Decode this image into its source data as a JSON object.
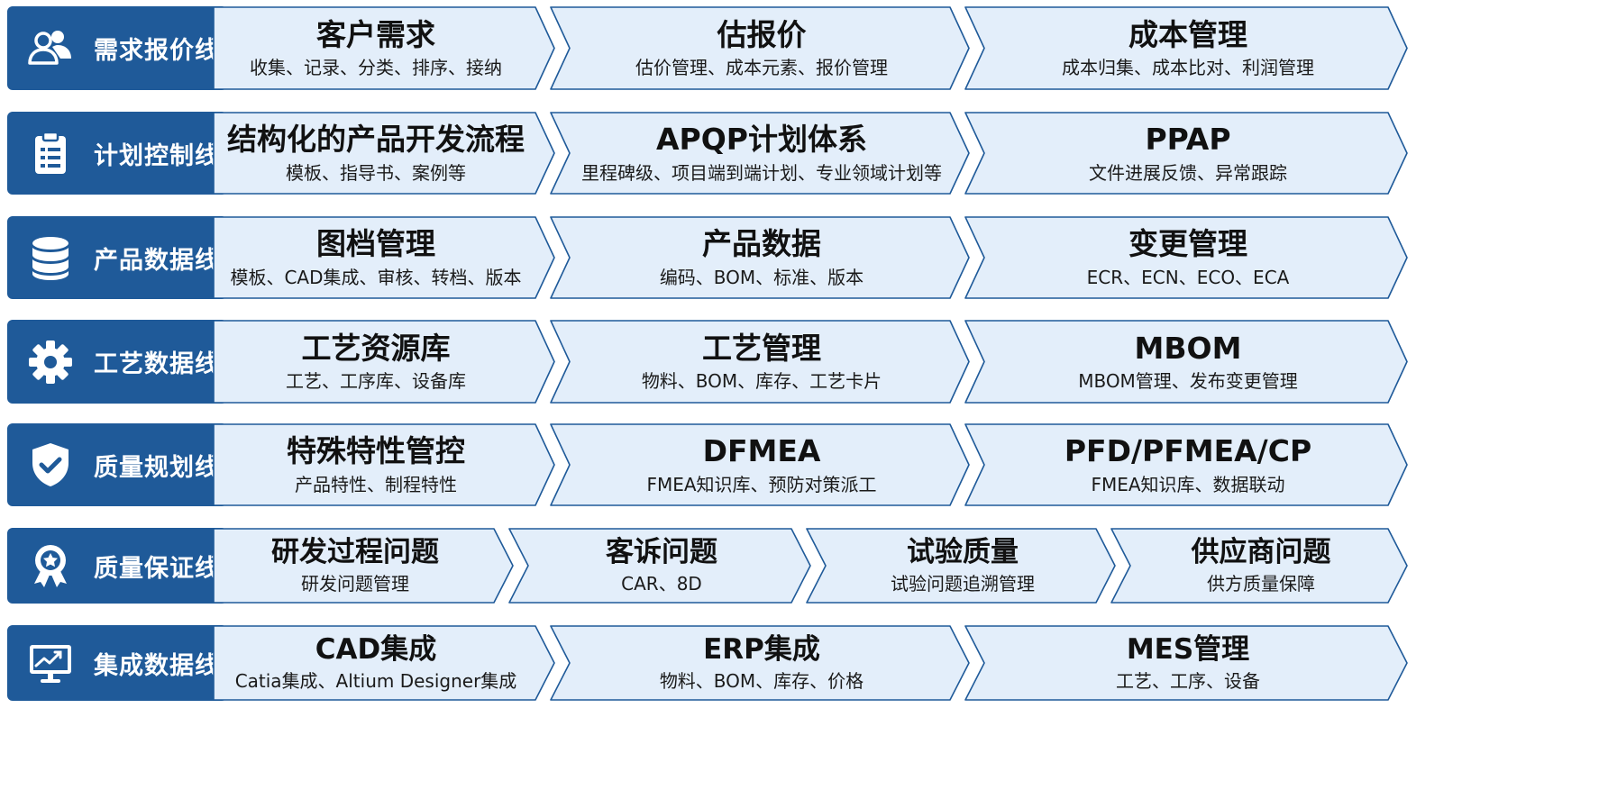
{
  "colors": {
    "label_bg": "#1f5a99",
    "chevron_fill": "#e3eefa",
    "chevron_stroke": "#1f5a99"
  },
  "lanes": [
    {
      "label": "需求报价线",
      "icon": "users-icon",
      "steps": [
        {
          "title": "客户需求",
          "subtitle": "收集、记录、分类、排序、接纳"
        },
        {
          "title": "估报价",
          "subtitle": "估价管理、成本元素、报价管理"
        },
        {
          "title": "成本管理",
          "subtitle": "成本归集、成本比对、利润管理"
        }
      ]
    },
    {
      "label": "计划控制线",
      "icon": "clipboard-icon",
      "steps": [
        {
          "title": "结构化的产品开发流程",
          "subtitle": "模板、指导书、案例等"
        },
        {
          "title": "APQP计划体系",
          "subtitle": "里程碑级、项目端到端计划、专业领域计划等"
        },
        {
          "title": "PPAP",
          "subtitle": "文件进展反馈、异常跟踪"
        }
      ]
    },
    {
      "label": "产品数据线",
      "icon": "database-icon",
      "steps": [
        {
          "title": "图档管理",
          "subtitle": "模板、CAD集成、审核、转档、版本"
        },
        {
          "title": "产品数据",
          "subtitle": "编码、BOM、标准、版本"
        },
        {
          "title": "变更管理",
          "subtitle": "ECR、ECN、ECO、ECA"
        }
      ]
    },
    {
      "label": "工艺数据线",
      "icon": "gear-icon",
      "steps": [
        {
          "title": "工艺资源库",
          "subtitle": "工艺、工序库、设备库"
        },
        {
          "title": "工艺管理",
          "subtitle": "物料、BOM、库存、工艺卡片"
        },
        {
          "title": "MBOM",
          "subtitle": "MBOM管理、发布变更管理"
        }
      ]
    },
    {
      "label": "质量规划线",
      "icon": "shield-check-icon",
      "steps": [
        {
          "title": "特殊特性管控",
          "subtitle": "产品特性、制程特性"
        },
        {
          "title": "DFMEA",
          "subtitle": "FMEA知识库、预防对策派工"
        },
        {
          "title": "PFD/PFMEA/CP",
          "subtitle": "FMEA知识库、数据联动"
        }
      ]
    },
    {
      "label": "质量保证线",
      "icon": "award-ribbon-icon",
      "steps": [
        {
          "title": "研发过程问题",
          "subtitle": "研发问题管理"
        },
        {
          "title": "客诉问题",
          "subtitle": "CAR、8D"
        },
        {
          "title": "试验质量",
          "subtitle": "试验问题追溯管理"
        },
        {
          "title": "供应商问题",
          "subtitle": "供方质量保障"
        }
      ]
    },
    {
      "label": "集成数据线",
      "icon": "monitor-chart-icon",
      "steps": [
        {
          "title": "CAD集成",
          "subtitle": "Catia集成、Altium Designer集成"
        },
        {
          "title": "ERP集成",
          "subtitle": "物料、BOM、库存、价格"
        },
        {
          "title": "MES管理",
          "subtitle": "工艺、工序、设备"
        }
      ]
    }
  ]
}
